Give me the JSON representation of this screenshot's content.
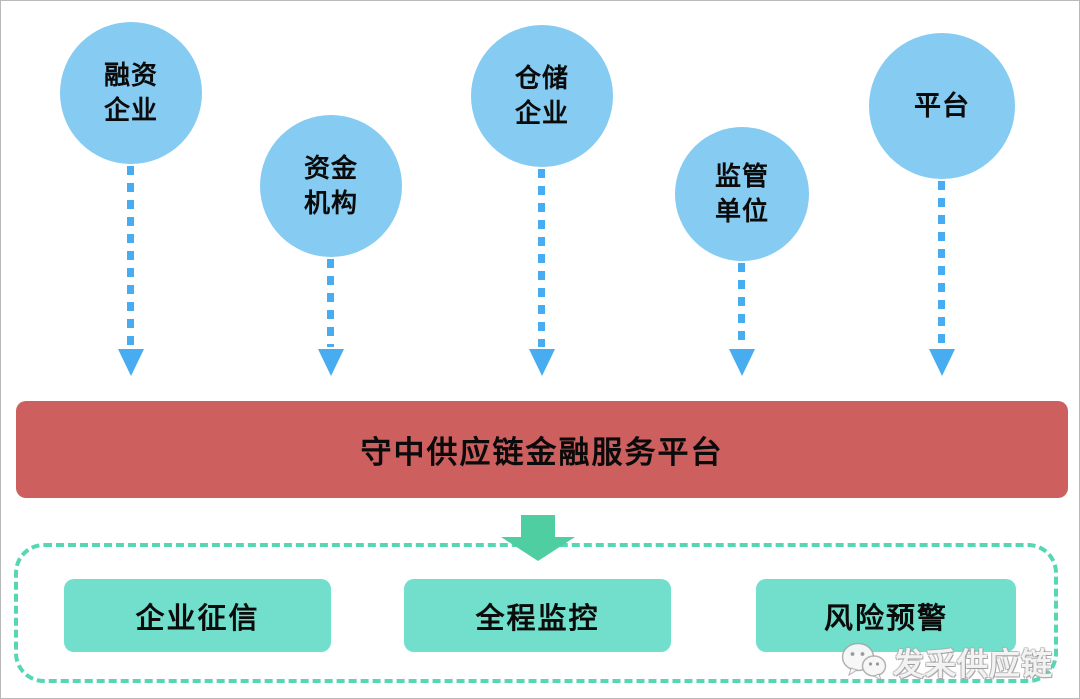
{
  "diagram": {
    "actors": [
      {
        "label": "融资\n企业"
      },
      {
        "label": "资金\n机构"
      },
      {
        "label": "仓储\n企业"
      },
      {
        "label": "监管\n单位"
      },
      {
        "label": "平台"
      }
    ],
    "banner": {
      "title": "守中供应链金融服务平台"
    },
    "outputs": [
      {
        "label": "企业征信"
      },
      {
        "label": "全程监控"
      },
      {
        "label": "风险预警"
      }
    ],
    "watermark": {
      "label": "发采供应链",
      "icon": "wechat-icon"
    },
    "colors": {
      "actor_circle": "#85CBF2",
      "connector_blue": "#47ACF0",
      "banner_red": "#CE5F5F",
      "output_box_teal": "#71DFCB",
      "container_dash_teal": "#57D6B4",
      "block_arrow_teal": "#4FCEA2"
    }
  }
}
